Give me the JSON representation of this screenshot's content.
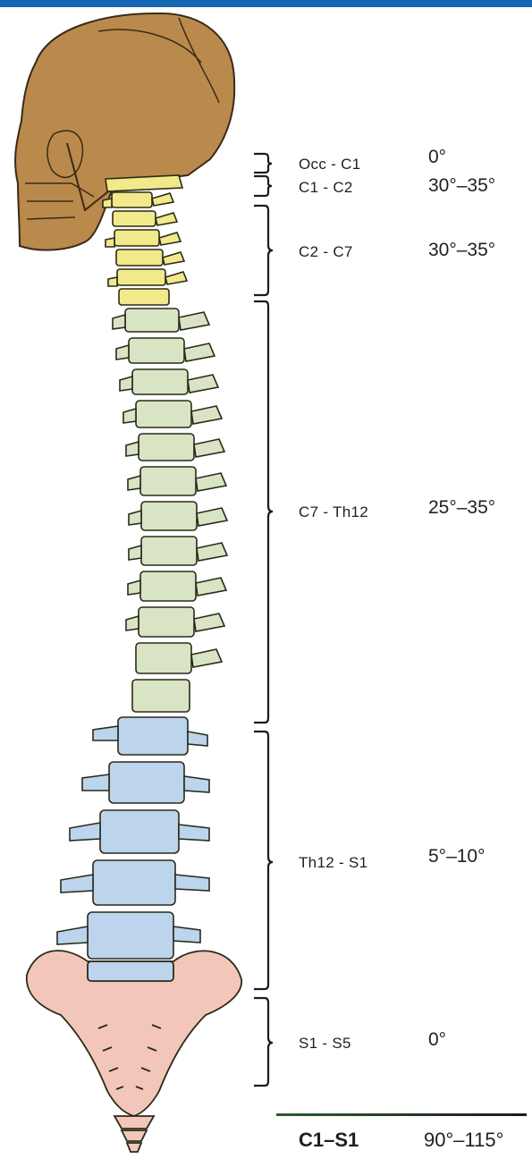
{
  "colors": {
    "top_bar": "#1566b3",
    "skull": "#b98a4c",
    "cervical": "#f1e98a",
    "thoracic": "#d8e4c4",
    "lumbar": "#bcd4ec",
    "sacrum": "#f2c7b9"
  },
  "segments": [
    {
      "label": "Occ - C1",
      "range": "0°"
    },
    {
      "label": "C1 - C2",
      "range": "30°–35°"
    },
    {
      "label": "C2 - C7",
      "range": "30°–35°"
    },
    {
      "label": "C7 - Th12",
      "range": "25°–35°"
    },
    {
      "label": "Th12 - S1",
      "range": "5°–10°"
    },
    {
      "label": "S1 - S5",
      "range": "0°"
    }
  ],
  "total": {
    "label": "C1–S1",
    "range": "90°–115°"
  }
}
